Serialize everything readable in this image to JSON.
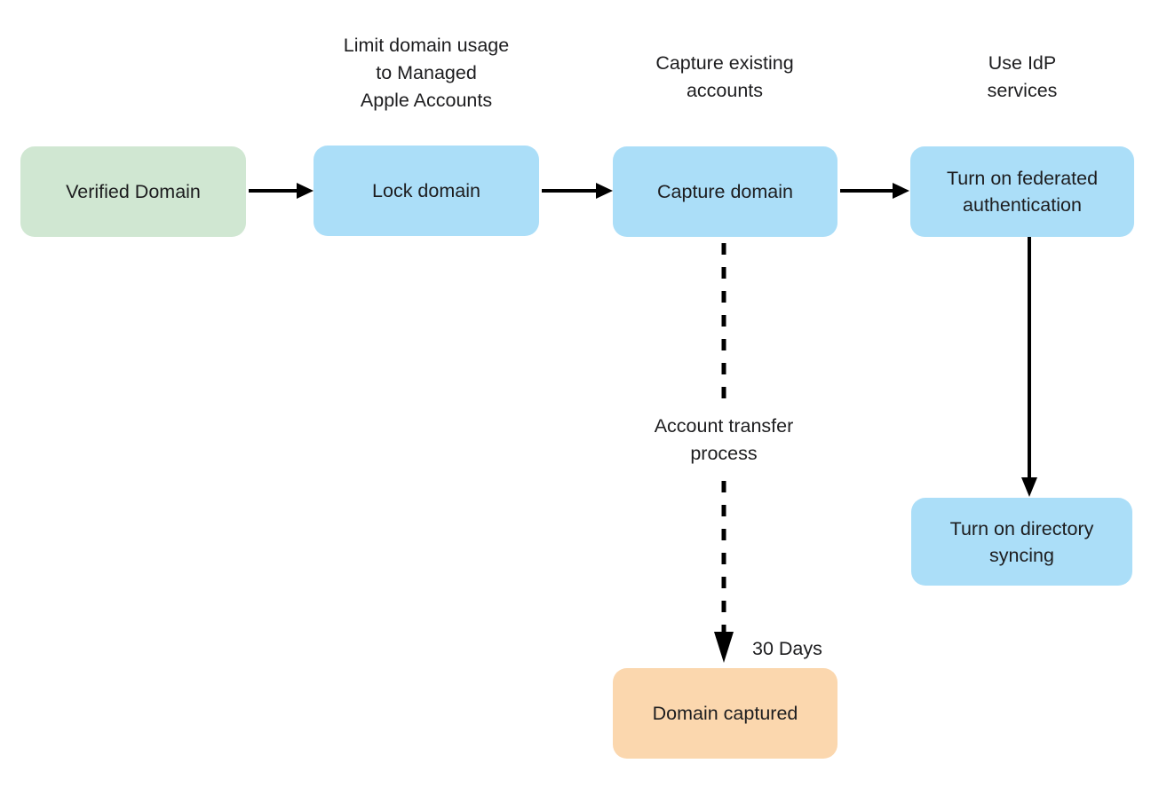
{
  "diagram": {
    "type": "flowchart",
    "background": "#ffffff",
    "nodes": {
      "verified_domain": {
        "label": "Verified Domain",
        "role": "start",
        "color": "#d0e7d2"
      },
      "lock_domain": {
        "label": "Lock domain",
        "role": "process",
        "color": "#abdef8"
      },
      "capture_domain": {
        "label": "Capture domain",
        "role": "process",
        "color": "#abdef8"
      },
      "federated_auth": {
        "label": "Turn on federated\nauthentication",
        "role": "process",
        "color": "#abdef8"
      },
      "directory_syncing": {
        "label": "Turn on directory\nsyncing",
        "role": "process",
        "color": "#abdef8"
      },
      "domain_captured": {
        "label": "Domain captured",
        "role": "end",
        "color": "#fbd7ae"
      }
    },
    "annotations": {
      "lock_domain_note": "Limit domain usage\nto Managed\nApple Accounts",
      "capture_domain_note": "Capture existing\naccounts",
      "federated_auth_note": "Use IdP\nservices",
      "account_transfer_note": "Account transfer\nprocess",
      "transfer_duration": "30 Days"
    },
    "edges": [
      {
        "from": "verified_domain",
        "to": "lock_domain",
        "style": "solid"
      },
      {
        "from": "lock_domain",
        "to": "capture_domain",
        "style": "solid"
      },
      {
        "from": "capture_domain",
        "to": "federated_auth",
        "style": "solid"
      },
      {
        "from": "federated_auth",
        "to": "directory_syncing",
        "style": "solid"
      },
      {
        "from": "capture_domain",
        "to": "domain_captured",
        "style": "dashed",
        "label": "Account transfer process",
        "duration": "30 Days"
      }
    ],
    "colors": {
      "start_node": "#d0e7d2",
      "process_node": "#abdef8",
      "end_node": "#fbd7ae",
      "arrow": "#000000",
      "text": "#1d1d1f",
      "background": "#ffffff"
    }
  }
}
